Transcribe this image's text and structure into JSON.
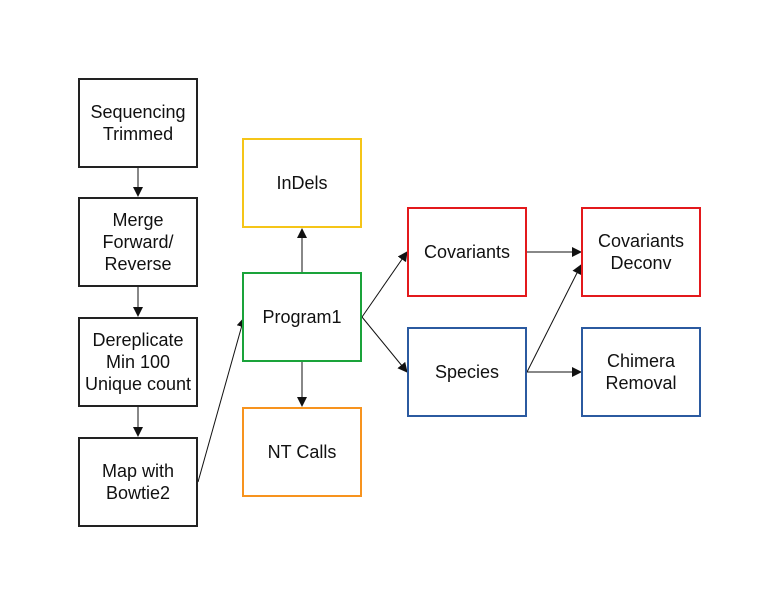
{
  "colors": {
    "black": "#222222",
    "yellow": "#f5c518",
    "green": "#1aa33a",
    "orange": "#f7931e",
    "red": "#e3191c",
    "blue": "#2b5aa0"
  },
  "nodes": {
    "sequencing": {
      "label": "Sequencing\nTrimmed",
      "border": "#222222"
    },
    "merge": {
      "label": "Merge\nForward/\nReverse",
      "border": "#222222"
    },
    "dereplicate": {
      "label": "Dereplicate\nMin 100\nUnique count",
      "border": "#222222"
    },
    "map": {
      "label": "Map with\nBowtie2",
      "border": "#222222"
    },
    "indels": {
      "label": "InDels",
      "border": "#f5c518"
    },
    "program1": {
      "label": "Program1",
      "border": "#1aa33a"
    },
    "ntcalls": {
      "label": "NT Calls",
      "border": "#f7931e"
    },
    "covariants": {
      "label": "Covariants",
      "border": "#e3191c"
    },
    "species": {
      "label": "Species",
      "border": "#2b5aa0"
    },
    "covariants_deconv": {
      "label": "Covariants\nDeconv",
      "border": "#e3191c"
    },
    "chimera": {
      "label": "Chimera\nRemoval",
      "border": "#2b5aa0"
    }
  },
  "edges": [
    {
      "from": "sequencing",
      "to": "merge"
    },
    {
      "from": "merge",
      "to": "dereplicate"
    },
    {
      "from": "dereplicate",
      "to": "map"
    },
    {
      "from": "map",
      "to": "program1"
    },
    {
      "from": "program1",
      "to": "indels"
    },
    {
      "from": "program1",
      "to": "ntcalls"
    },
    {
      "from": "program1",
      "to": "covariants"
    },
    {
      "from": "program1",
      "to": "species"
    },
    {
      "from": "covariants",
      "to": "covariants_deconv"
    },
    {
      "from": "species",
      "to": "covariants_deconv"
    },
    {
      "from": "species",
      "to": "chimera"
    }
  ]
}
